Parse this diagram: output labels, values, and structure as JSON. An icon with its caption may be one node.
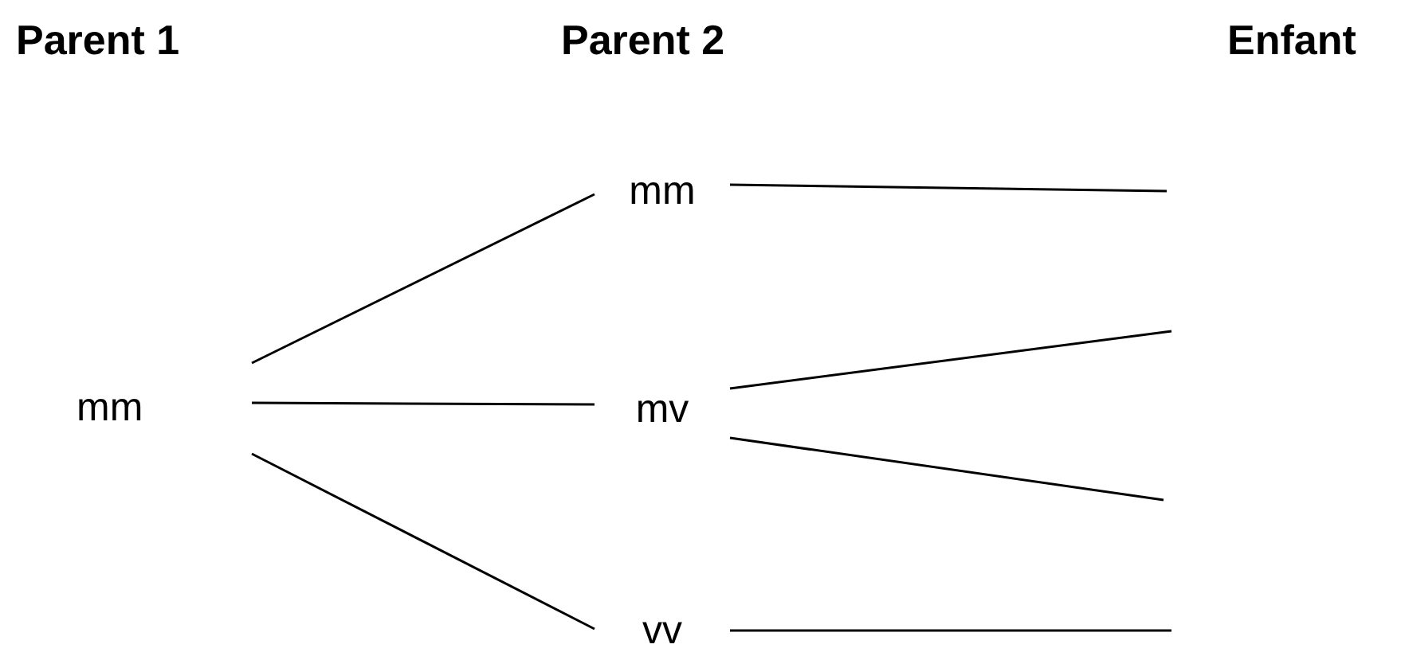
{
  "diagram": {
    "nodes": [
      {
        "text": [
          "mm"
        ]
      },
      {
        "text": [
          "mm"
        ]
      },
      {
        "text": [
          "mv"
        ]
      },
      {
        "text": [
          "vv"
        ]
      }
    ],
    "edges": [
      {
        "from": 0,
        "to": 1,
        "arrow": "none"
      },
      {
        "from": 0,
        "to": 2,
        "arrow": "none"
      },
      {
        "from": 0,
        "to": 3,
        "arrow": "none"
      },
      {
        "from": 1,
        "to": null,
        "arrow": "none"
      },
      {
        "from": 2,
        "to": null,
        "arrow": "none"
      },
      {
        "from": 2,
        "to": null,
        "arrow": "none"
      },
      {
        "from": 3,
        "to": null,
        "arrow": "none"
      }
    ],
    "labels": [
      "Parent 1",
      "Parent 2",
      "Enfant"
    ]
  }
}
